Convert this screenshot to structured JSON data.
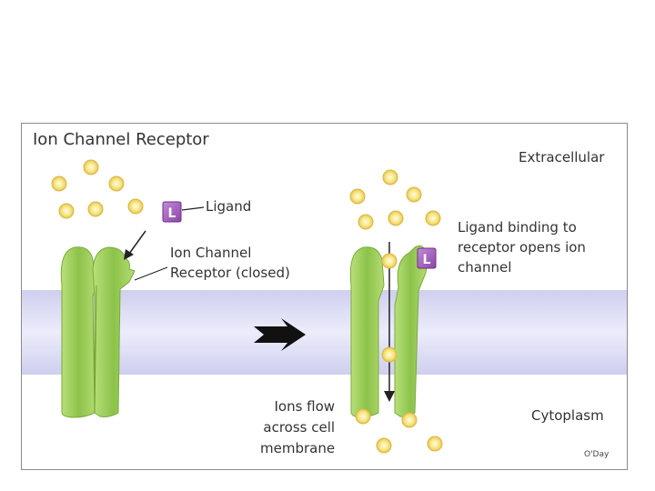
{
  "figure": {
    "title": "Ion Channel Receptor",
    "labels": {
      "extracellular": "Extracellular",
      "cytoplasm": "Cytoplasm",
      "ligand": "Ligand",
      "receptor_closed": "Ion Channel\nReceptor (closed)",
      "binding": "Ligand binding to\nreceptor opens ion\nchannel",
      "ions_flow": "Ions flow\nacross cell\nmembrane",
      "credit": "O'Day"
    },
    "ligand_symbol": "L",
    "colors": {
      "membrane": "#dcdcf4",
      "receptor": "#9ccc58",
      "ion": "#f6e27a",
      "ligand": "#9a55b5",
      "arrow": "#111111"
    }
  }
}
